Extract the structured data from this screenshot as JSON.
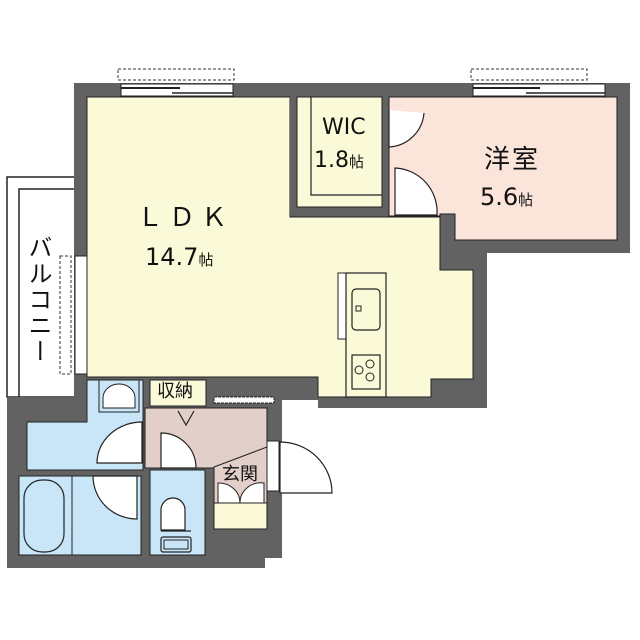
{
  "floorplan": {
    "colors": {
      "wall": "#626262",
      "ldk": "#fafad9",
      "western_room": "#fbe4da",
      "wic": "#fafad9",
      "water_area": "#c9e6f9",
      "entrance": "#e3cfc9",
      "balcony": "#ffffff",
      "outline": "#222222"
    },
    "rooms": {
      "ldk": {
        "name": "ＬＤＫ",
        "size": "14.7",
        "unit": "帖"
      },
      "western": {
        "name": "洋室",
        "size": "5.6",
        "unit": "帖"
      },
      "wic": {
        "name": "WIC",
        "size": "1.8",
        "unit": "帖"
      },
      "storage": {
        "name": "収納"
      },
      "entrance": {
        "name": "玄関"
      },
      "balcony": {
        "name": "バルコニー"
      }
    }
  }
}
